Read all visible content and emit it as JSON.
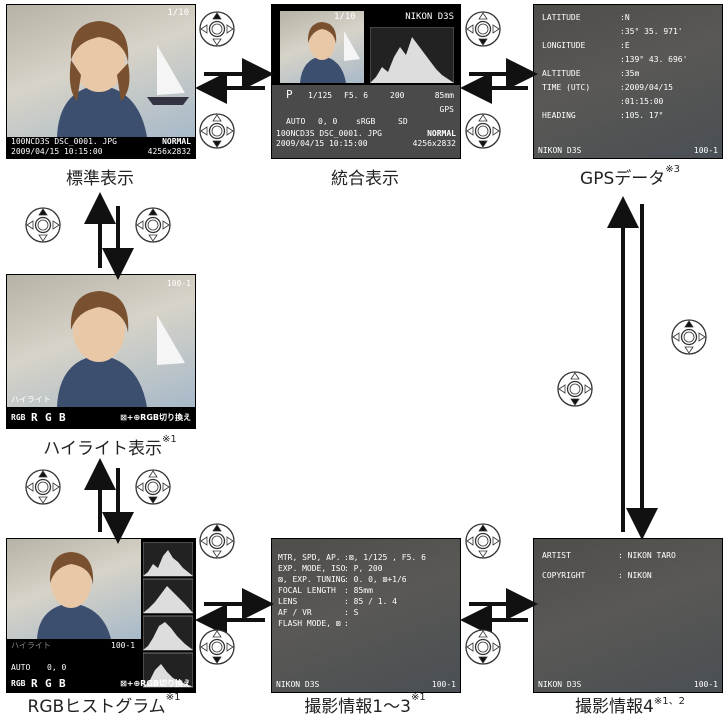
{
  "captions": {
    "standard": "標準表示",
    "overview": "統合表示",
    "gps": "GPSデータ",
    "gps_note": "※3",
    "highlight": "ハイライト表示",
    "highlight_note": "※1",
    "rgb_hist": "RGBヒストグラム",
    "rgb_hist_note": "※1",
    "shoot_info": "撮影情報1～3",
    "shoot_info_note": "※1",
    "shoot_info4": "撮影情報4",
    "shoot_info4_note": "※1、2"
  },
  "standard": {
    "frame": "1/10",
    "file": "100NCD3S DSC_0001. JPG",
    "quality": "NORMAL",
    "datetime": "2009/04/15 10:15:00",
    "size": "4256x2832"
  },
  "overview": {
    "frame": "1/10",
    "camera": "NIKON D3S",
    "mode": "P",
    "shutter": "1/125",
    "aperture": "F5. 6",
    "iso": "200",
    "focal": "85mm",
    "gps": "GPS",
    "wb": "AUTO",
    "wb_adj": "0, 0",
    "colorspace": "sRGB",
    "picture": "SD",
    "file": "100NCD3S DSC_0001. JPG",
    "quality": "NORMAL",
    "datetime": "2009/04/15 10:15:00",
    "size": "4256x2832"
  },
  "gps_screen": {
    "rows": [
      {
        "label": "LATITUDE",
        "value": ":N"
      },
      {
        "label": "",
        "value": ":35° 35. 971'"
      },
      {
        "label": "LONGITUDE",
        "value": ":E"
      },
      {
        "label": "",
        "value": ":139° 43. 696'"
      },
      {
        "label": "ALTITUDE",
        "value": ":35m"
      },
      {
        "label": "TIME (UTC)",
        "value": ":2009/04/15"
      },
      {
        "label": "",
        "value": ":01:15:00"
      },
      {
        "label": "HEADING",
        "value": ":105. 17°"
      }
    ],
    "camera": "NIKON D3S",
    "frame": "100-1"
  },
  "highlight_screen": {
    "frame": "100-1",
    "label": "ハイライト",
    "rgb_label": "RGB",
    "channels": [
      "R",
      "G",
      "B"
    ],
    "switch": "⊠+⊕RGB切り換え"
  },
  "rgb_screen": {
    "label": "ハイライト",
    "frame": "100-1",
    "wb": "AUTO",
    "wb_adj": "0, 0",
    "rgb_label": "RGB",
    "channels": [
      "R",
      "G",
      "B"
    ],
    "switch": "⊠+⊕RGB切り換え"
  },
  "shoot_screen": {
    "rows": [
      {
        "label": "MTR, SPD, AP.",
        "value": ":⊠, 1/125   , F5. 6"
      },
      {
        "label": "EXP. MODE, ISO",
        "value": ": P, 200"
      },
      {
        "label": "⊠, EXP. TUNING",
        "value": ": 0. 0, ⊠+1/6"
      },
      {
        "label": "FOCAL LENGTH",
        "value": ": 85mm"
      },
      {
        "label": "LENS",
        "value": ": 85      / 1. 4"
      },
      {
        "label": "AF / VR",
        "value": ": S"
      },
      {
        "label": "FLASH MODE, ⊠",
        "value": ":"
      }
    ],
    "camera": "NIKON D3S",
    "frame": "100-1"
  },
  "shoot4_screen": {
    "rows": [
      {
        "label": "ARTIST",
        "value": ": NIKON TARO"
      },
      {
        "label": "COPYRIGHT",
        "value": ": NIKON"
      }
    ],
    "camera": "NIKON D3S",
    "frame": "100-1"
  },
  "colors": {
    "screen_bg": "#000000",
    "arrow": "#111111",
    "caption": "#222222"
  }
}
